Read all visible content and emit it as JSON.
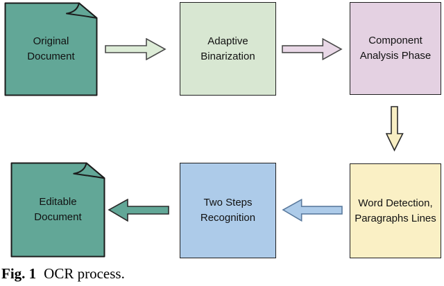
{
  "figure": {
    "caption_label": "Fig. 1",
    "caption_text": "OCR process."
  },
  "colors": {
    "document_teal": "#62a797",
    "binarization_green": "#d8e7d2",
    "analysis_pink": "#e4d1e2",
    "detection_yellow": "#faf0c5",
    "recognition_blue": "#adcbe9",
    "arrow_green": "#ddecd7",
    "arrow_pink": "#e9d8e7",
    "arrow_yellow": "#f8eec3",
    "arrow_blue": "#adcbe9",
    "arrow_teal": "#62a797",
    "outline_dark": "#1f1f1f"
  },
  "nodes": [
    {
      "id": "original-document",
      "shape": "document",
      "label": "Original Document"
    },
    {
      "id": "adaptive-binarization",
      "shape": "box",
      "label": "Adaptive Binarization"
    },
    {
      "id": "component-analysis",
      "shape": "box",
      "label": "Component Analysis Phase"
    },
    {
      "id": "word-detection",
      "shape": "box",
      "label": "Word Detection, Paragraphs Lines"
    },
    {
      "id": "two-steps-recognition",
      "shape": "box",
      "label": "Two Steps Recognition"
    },
    {
      "id": "editable-document",
      "shape": "document",
      "label": "Editable Document"
    }
  ],
  "arrows": [
    {
      "from": "original-document",
      "to": "adaptive-binarization",
      "direction": "right",
      "color_key": "arrow_green"
    },
    {
      "from": "adaptive-binarization",
      "to": "component-analysis",
      "direction": "right",
      "color_key": "arrow_pink"
    },
    {
      "from": "component-analysis",
      "to": "word-detection",
      "direction": "down",
      "color_key": "arrow_yellow"
    },
    {
      "from": "word-detection",
      "to": "two-steps-recognition",
      "direction": "left",
      "color_key": "arrow_blue"
    },
    {
      "from": "two-steps-recognition",
      "to": "editable-document",
      "direction": "left",
      "color_key": "arrow_teal"
    }
  ]
}
